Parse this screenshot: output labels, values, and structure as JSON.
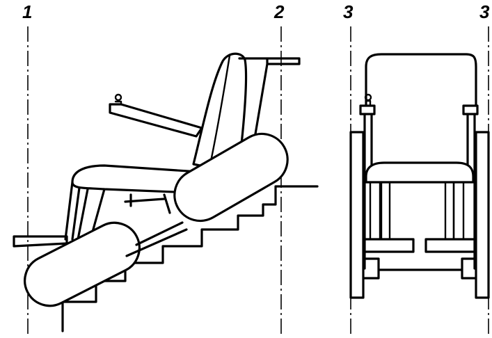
{
  "labels": {
    "ref_1": "1",
    "ref_2": "2",
    "ref_3_left": "3",
    "ref_3_right": "3"
  }
}
